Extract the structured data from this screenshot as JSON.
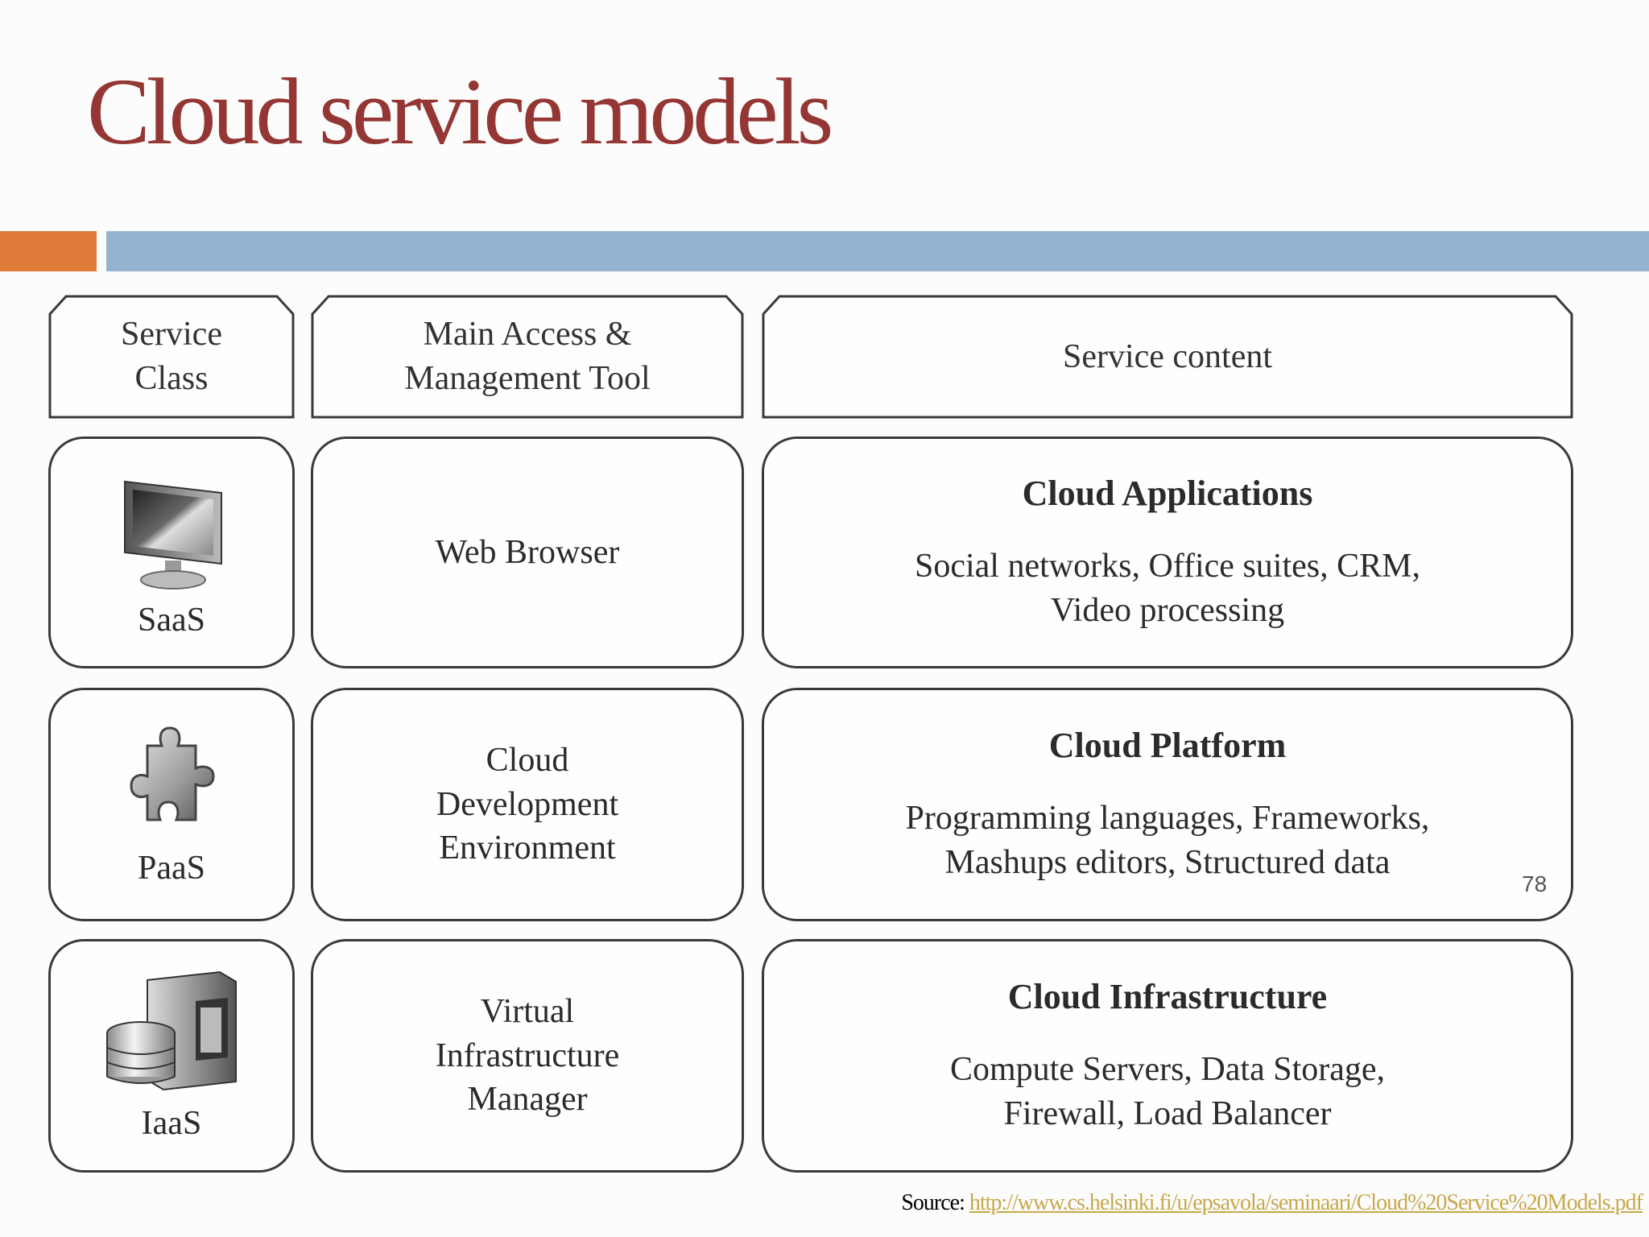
{
  "title": "Cloud service models",
  "colors": {
    "title": "#943634",
    "accent_bar": "#e07b39",
    "main_bar": "#95b3d0",
    "link": "#c7a84a"
  },
  "headers": {
    "service_class": "Service\nClass",
    "access_tool": "Main Access &\nManagement Tool",
    "service_content": "Service content"
  },
  "rows": [
    {
      "icon": "monitor-icon",
      "class": "SaaS",
      "tool": "Web Browser",
      "content_title": "Cloud Applications",
      "content_body": "Social networks, Office suites, CRM,\nVideo processing"
    },
    {
      "icon": "puzzle-piece-icon",
      "class": "PaaS",
      "tool": "Cloud\nDevelopment\nEnvironment",
      "content_title": "Cloud Platform",
      "content_body": "Programming languages, Frameworks,\nMashups editors, Structured data"
    },
    {
      "icon": "server-database-icon",
      "class": "IaaS",
      "tool": "Virtual\nInfrastructure\nManager",
      "content_title": "Cloud Infrastructure",
      "content_body": "Compute Servers, Data Storage,\nFirewall, Load Balancer"
    }
  ],
  "slide_number": "78",
  "source": {
    "label": "Source: ",
    "url_text": "http://www.cs.helsinki.fi/u/epsavola/seminaari/Cloud%20Service%20Models.pdf"
  }
}
